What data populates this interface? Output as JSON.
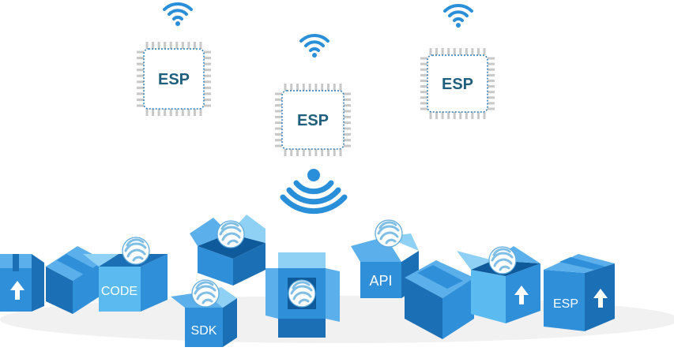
{
  "chips": [
    {
      "label": "ESP"
    },
    {
      "label": "ESP"
    },
    {
      "label": "ESP"
    }
  ],
  "boxes": {
    "code_label": "CODE",
    "sdk_label": "SDK",
    "api_label": "API",
    "esp_label": "ESP"
  },
  "icons": {
    "wifi": "wifi-icon",
    "broadcast": "broadcast-signal-icon",
    "logo": "espressif-logo-icon",
    "arrow": "up-arrow-icon"
  },
  "colors": {
    "chip_text": "#1f5f7e",
    "chip_border": "#2a7bb3",
    "pins": "#c8c8c8",
    "wifi": "#2a8fd9",
    "box_front": "#2f8fd8",
    "box_side": "#1b6fb5",
    "box_top": "#5bb0ec",
    "box_light": "#8fd0f5"
  }
}
